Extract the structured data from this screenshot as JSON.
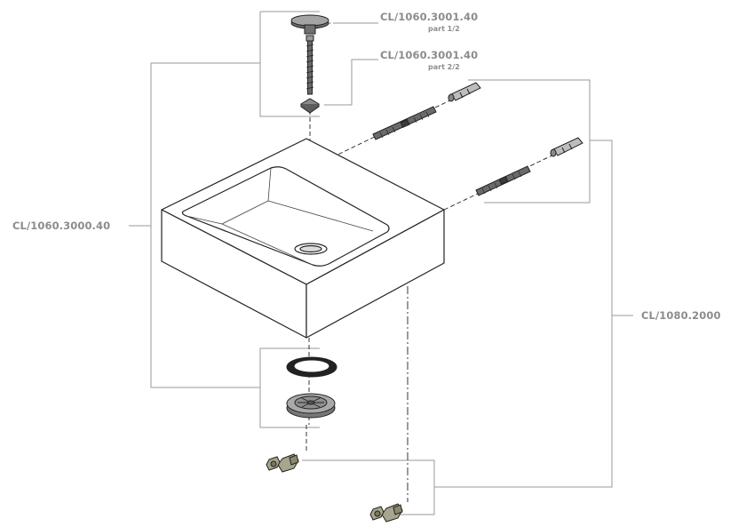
{
  "labels": {
    "plug_part1_code": "CL/1060.3001.40",
    "plug_part1_sub": "part 1/2",
    "plug_part2_code": "CL/1060.3001.40",
    "plug_part2_sub": "part 2/2",
    "basin_code": "CL/1060.3000.40",
    "fixing_kit_code": "CL/1080.2000"
  },
  "colors": {
    "label_text": "#8c8c8c",
    "callout_line": "#9a9a9a",
    "outline": "#222222",
    "basin_face": "#ffffff",
    "hardware_fill": "#a7a58c"
  },
  "icons": [
    "basin",
    "pop-up-plug-cap",
    "plug-screw",
    "plug-seat",
    "wall-plug",
    "hanger-bolt",
    "gasket-ring",
    "waste-outlet",
    "hex-nut"
  ]
}
